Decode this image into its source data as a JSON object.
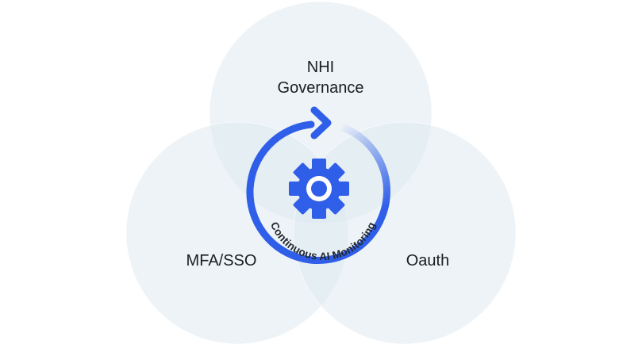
{
  "diagram": {
    "circles": [
      {
        "id": "nhi",
        "label_lines": [
          "NHI",
          "Governance"
        ]
      },
      {
        "id": "mfa",
        "label_lines": [
          "MFA/SSO"
        ]
      },
      {
        "id": "oauth",
        "label_lines": [
          "Oauth"
        ]
      }
    ],
    "center": {
      "ring_text": "Continuous AI Monitoring",
      "icon": "gear-icon",
      "arrow_icon": "cycle-arrow-icon"
    },
    "colors": {
      "circle_fill": "#dfe9f0",
      "accent_blue": "#2f5ee8",
      "text_dark": "#1b1d22"
    }
  }
}
